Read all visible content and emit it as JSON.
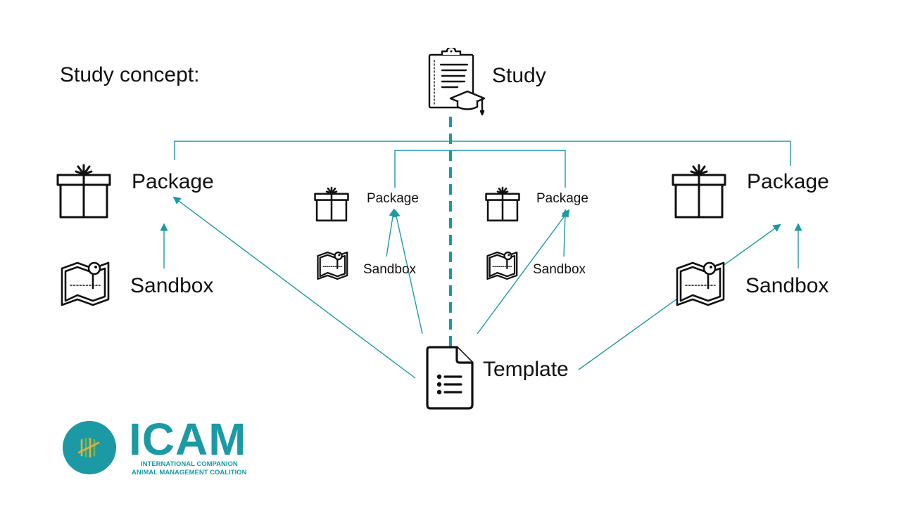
{
  "title": "Study concept:",
  "nodes": {
    "study": "Study",
    "template": "Template",
    "package_left": "Package",
    "sandbox_left": "Sandbox",
    "package_inner_left": "Package",
    "sandbox_inner_left": "Sandbox",
    "package_inner_right": "Package",
    "sandbox_inner_right": "Sandbox",
    "package_right": "Package",
    "sandbox_right": "Sandbox"
  },
  "icons": {
    "study": "clipboard-graduation-cap-icon",
    "package": "gift-box-icon",
    "sandbox": "map-pin-icon",
    "template": "document-list-icon"
  },
  "logo": {
    "name": "ICAM",
    "subtitle_line1": "INTERNATIONAL COMPANION",
    "subtitle_line2": "ANIMAL MANAGEMENT COALITION"
  },
  "colors": {
    "connector": "#1b9aa5",
    "logo": "#1b9aa5",
    "icon_stroke": "#111111"
  }
}
